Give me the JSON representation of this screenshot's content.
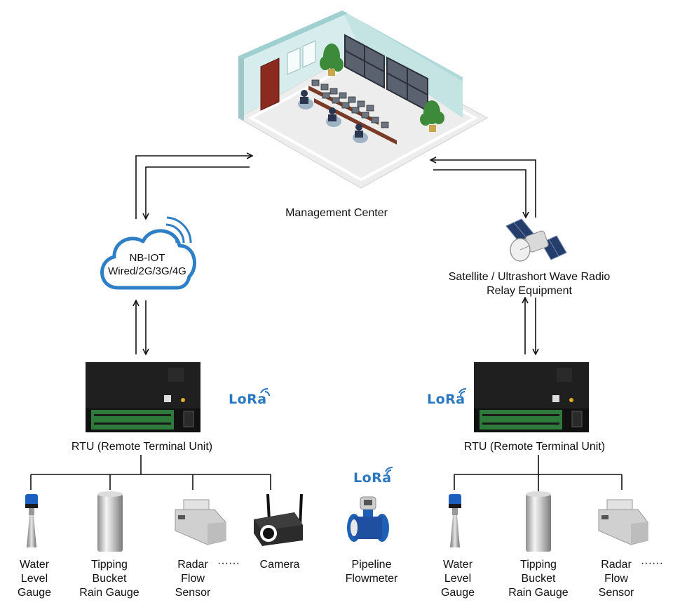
{
  "management_center": {
    "label": "Management Center"
  },
  "cloud": {
    "line1": "NB-IOT",
    "line2": "Wired/2G/3G/4G"
  },
  "relay": {
    "line1": "Satellite / Ultrashort Wave Radio",
    "line2": "Relay Equipment"
  },
  "rtu_left": {
    "label": "RTU (Remote Terminal Unit)"
  },
  "rtu_right": {
    "label": "RTU (Remote Terminal Unit)"
  },
  "lora": {
    "left": "LoRa",
    "right": "LoRa",
    "middle": "LoRa"
  },
  "devices_left": {
    "water_level": [
      "Water",
      "Level",
      "Gauge"
    ],
    "rain_gauge": [
      "Tipping",
      "Bucket",
      "Rain Gauge"
    ],
    "radar_flow": [
      "Radar",
      "Flow",
      "Sensor"
    ],
    "ellipsis": "······",
    "camera": "Camera"
  },
  "pipeline": [
    "Pipeline",
    "Flowmeter"
  ],
  "devices_right": {
    "water_level": [
      "Water",
      "Level",
      "Gauge"
    ],
    "rain_gauge": [
      "Tipping",
      "Bucket",
      "Rain Gauge"
    ],
    "radar_flow": [
      "Radar",
      "Flow",
      "Sensor"
    ],
    "ellipsis": "······"
  }
}
